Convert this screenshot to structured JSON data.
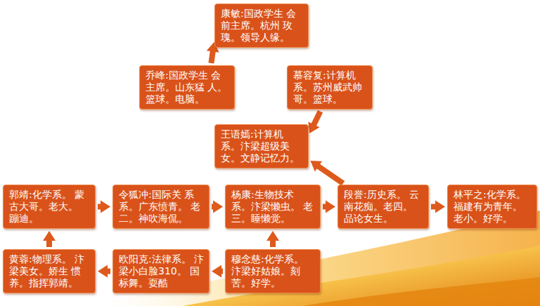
{
  "diagram": {
    "nodes": [
      {
        "text": [
          "康敏:国政学生 会前主席。杭州 玫瑰。领导人缘。"
        ]
      },
      {
        "text": [
          "乔峰:国政学生 会主席。山东猛 人。篮球。电脑。"
        ]
      },
      {
        "text": [
          "慕容复:计算机 系。苏州威武帅 哥。篮球。"
        ]
      },
      {
        "text": [
          "王语嫣:计算机 系。汴梁超级美 女。文静记忆力。"
        ]
      },
      {
        "text": [
          "郭靖:化学系。 蒙古大哥。老大。 蹦迪。"
        ]
      },
      {
        "text": [
          "令狐冲:国际关 系系。广东愤青。 老二。神吹海侃。"
        ]
      },
      {
        "text": [
          "杨康:生物技术 系。汴梁懒虫。 老三。睡懒觉。"
        ]
      },
      {
        "text": [
          "段誉:历史系。 云南花痴。老四。 品论女生。"
        ]
      },
      {
        "text": [
          "林平之:化学系。 福建有为青年。 老小。好学。"
        ]
      },
      {
        "text": [
          "黄蓉:物理系。 汴梁美女。娇生 惯养。指挥郭靖。"
        ]
      },
      {
        "text": [
          "欧阳克:法律系。 汴梁小白脸310。 国标舞。耍酷"
        ]
      },
      {
        "text": [
          "穆念慈:化学系。 汴梁好姑娘。刻 苦。好学。"
        ]
      }
    ],
    "edges": [
      {
        "from": 1,
        "to": 0,
        "arrow": "to"
      },
      {
        "from": 2,
        "to": 3,
        "arrow": "to"
      },
      {
        "from": 7,
        "to": 3,
        "arrow": "to"
      },
      {
        "from": 4,
        "to": 5,
        "arrow": "to"
      },
      {
        "from": 5,
        "to": 6,
        "arrow": "to"
      },
      {
        "from": 6,
        "to": 7,
        "arrow": "to"
      },
      {
        "from": 7,
        "to": 8,
        "arrow": "to"
      },
      {
        "from": 9,
        "to": 4,
        "arrow": "to"
      },
      {
        "from": 10,
        "to": 9,
        "arrow": "to"
      },
      {
        "from": 11,
        "to": 10,
        "arrow": "to"
      },
      {
        "from": 11,
        "to": 6,
        "arrow": "to"
      }
    ]
  }
}
